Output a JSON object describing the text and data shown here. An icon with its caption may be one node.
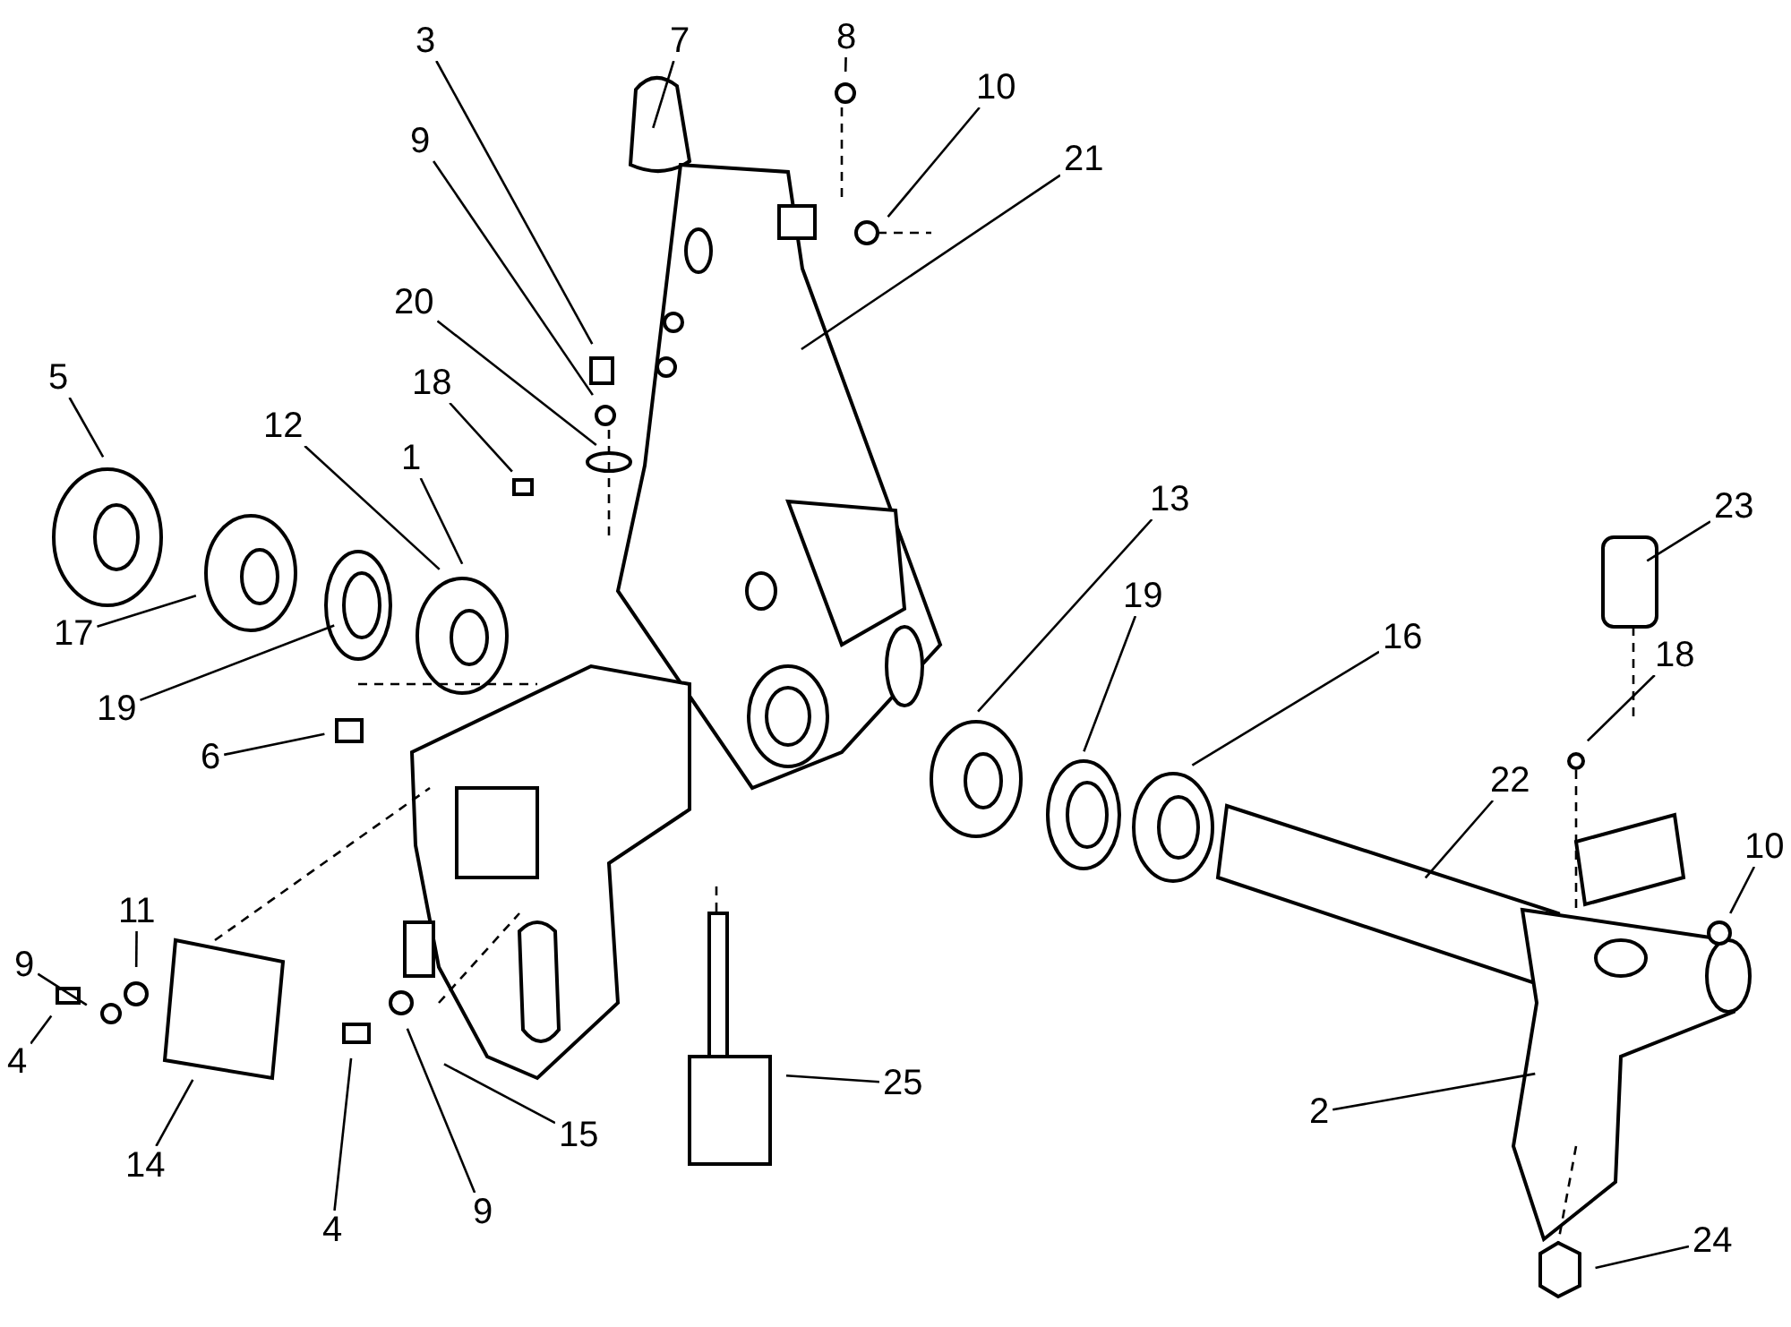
{
  "diagram": {
    "nodes": [
      {
        "text": [
          "3"
        ]
      },
      {
        "text": [
          "7"
        ]
      },
      {
        "text": [
          "8"
        ]
      },
      {
        "text": [
          "10"
        ]
      },
      {
        "text": [
          "21"
        ]
      },
      {
        "text": [
          "9"
        ]
      },
      {
        "text": [
          "20"
        ]
      },
      {
        "text": [
          "18"
        ]
      },
      {
        "text": [
          "5"
        ]
      },
      {
        "text": [
          "12"
        ]
      },
      {
        "text": [
          "1"
        ]
      },
      {
        "text": [
          "13"
        ]
      },
      {
        "text": [
          "23"
        ]
      },
      {
        "text": [
          "17"
        ]
      },
      {
        "text": [
          "19"
        ]
      },
      {
        "text": [
          "19"
        ]
      },
      {
        "text": [
          "16"
        ]
      },
      {
        "text": [
          "18"
        ]
      },
      {
        "text": [
          "6"
        ]
      },
      {
        "text": [
          "22"
        ]
      },
      {
        "text": [
          "10"
        ]
      },
      {
        "text": [
          "11"
        ]
      },
      {
        "text": [
          "9"
        ]
      },
      {
        "text": [
          "4"
        ]
      },
      {
        "text": [
          "14"
        ]
      },
      {
        "text": [
          "25"
        ]
      },
      {
        "text": [
          "15"
        ]
      },
      {
        "text": [
          "2"
        ]
      },
      {
        "text": [
          "4"
        ]
      },
      {
        "text": [
          "9"
        ]
      },
      {
        "text": [
          "24"
        ]
      }
    ],
    "edges": [
      {
        "from": 0,
        "to": null,
        "arrow": "none"
      },
      {
        "from": 1,
        "to": null,
        "arrow": "none"
      },
      {
        "from": 2,
        "to": null,
        "arrow": "none"
      },
      {
        "from": 3,
        "to": null,
        "arrow": "none"
      },
      {
        "from": 4,
        "to": null,
        "arrow": "none"
      },
      {
        "from": 5,
        "to": null,
        "arrow": "none"
      },
      {
        "from": 6,
        "to": null,
        "arrow": "none"
      },
      {
        "from": 7,
        "to": null,
        "arrow": "none"
      },
      {
        "from": 8,
        "to": null,
        "arrow": "none"
      },
      {
        "from": 9,
        "to": null,
        "arrow": "none"
      },
      {
        "from": 10,
        "to": null,
        "arrow": "none"
      },
      {
        "from": 11,
        "to": null,
        "arrow": "none"
      },
      {
        "from": 12,
        "to": null,
        "arrow": "none"
      },
      {
        "from": 13,
        "to": null,
        "arrow": "none"
      },
      {
        "from": 14,
        "to": null,
        "arrow": "none"
      },
      {
        "from": 15,
        "to": null,
        "arrow": "none"
      },
      {
        "from": 16,
        "to": null,
        "arrow": "none"
      },
      {
        "from": 17,
        "to": null,
        "arrow": "none"
      },
      {
        "from": 18,
        "to": null,
        "arrow": "none"
      },
      {
        "from": 19,
        "to": null,
        "arrow": "none"
      },
      {
        "from": 20,
        "to": null,
        "arrow": "none"
      },
      {
        "from": 21,
        "to": null,
        "arrow": "none"
      },
      {
        "from": 22,
        "to": null,
        "arrow": "none"
      },
      {
        "from": 23,
        "to": null,
        "arrow": "none"
      },
      {
        "from": 24,
        "to": null,
        "arrow": "none"
      },
      {
        "from": 25,
        "to": null,
        "arrow": "none"
      },
      {
        "from": 26,
        "to": null,
        "arrow": "none"
      },
      {
        "from": 27,
        "to": null,
        "arrow": "none"
      },
      {
        "from": 28,
        "to": null,
        "arrow": "none"
      },
      {
        "from": 29,
        "to": null,
        "arrow": "none"
      },
      {
        "from": 30,
        "to": null,
        "arrow": "none"
      }
    ]
  }
}
